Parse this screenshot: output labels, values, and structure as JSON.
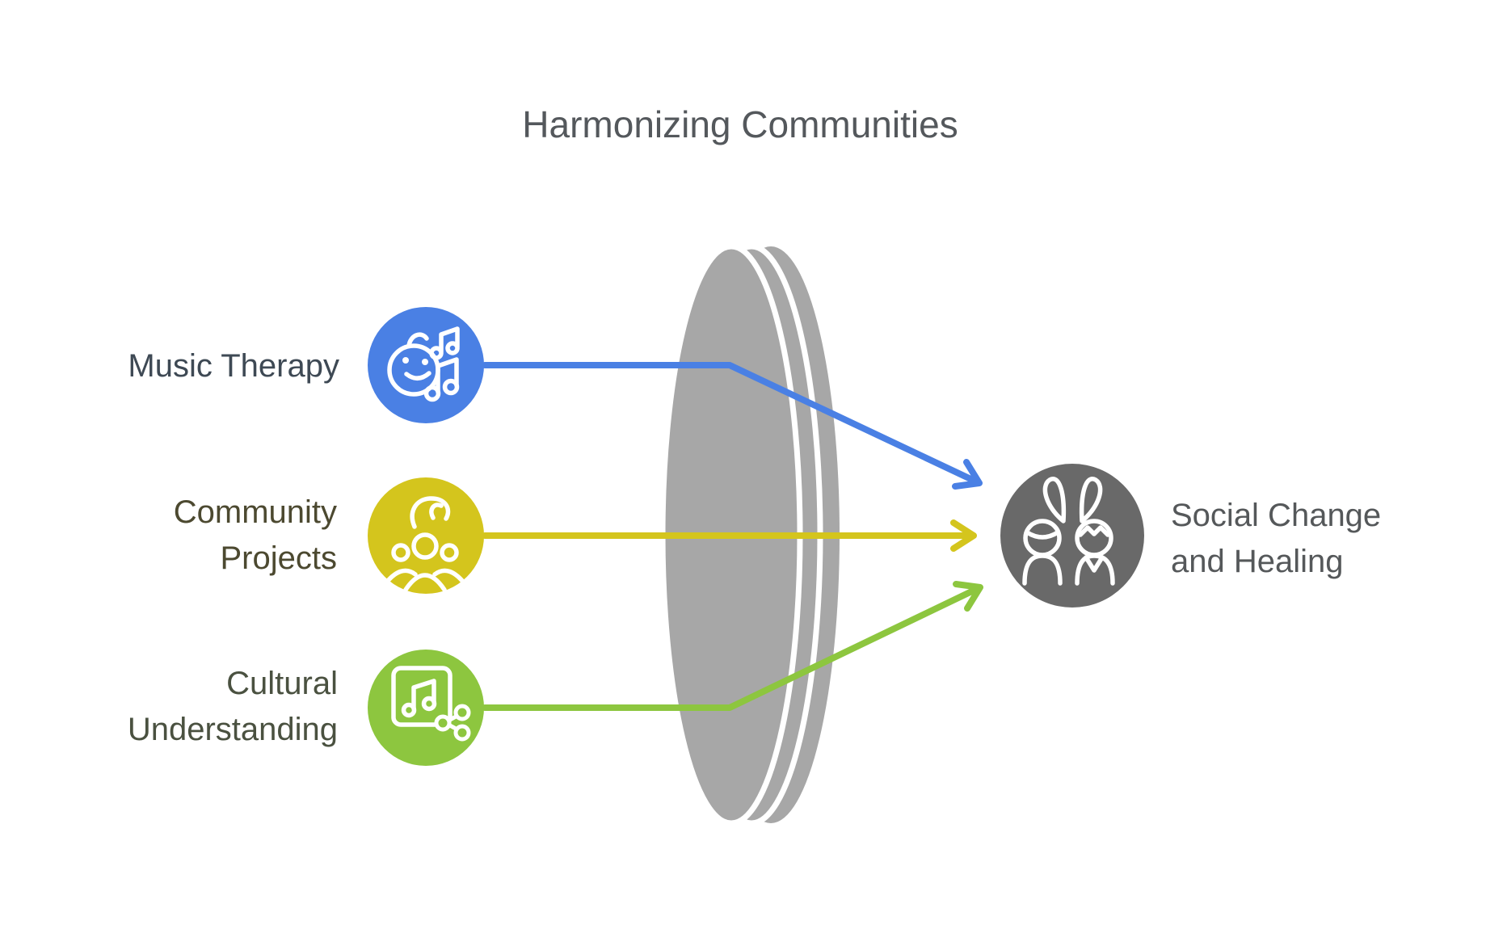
{
  "title": {
    "text": "Harmonizing Communities",
    "color": "#54585c"
  },
  "lens": {
    "name": "convergence-lens",
    "color": "#a7a7a7"
  },
  "inputs": [
    {
      "id": "music-therapy",
      "line1": "Music Therapy",
      "line2": "",
      "label_color": "#3e4954",
      "color": "#4a80e4",
      "icon": "child-music-icon"
    },
    {
      "id": "community-projects",
      "line1": "Community",
      "line2": "Projects",
      "label_color": "#4c4930",
      "color": "#d4c51d",
      "icon": "helping-hand-group-icon"
    },
    {
      "id": "cultural-understanding",
      "line1": "Cultural",
      "line2": "Understanding",
      "label_color": "#4a5140",
      "color": "#8dc63f",
      "icon": "music-share-icon"
    }
  ],
  "output": {
    "id": "social-change-and-healing",
    "line1": "Social Change",
    "line2": "and Healing",
    "label_color": "#55585a",
    "color": "#696969",
    "icon": "people-heart-icon"
  }
}
